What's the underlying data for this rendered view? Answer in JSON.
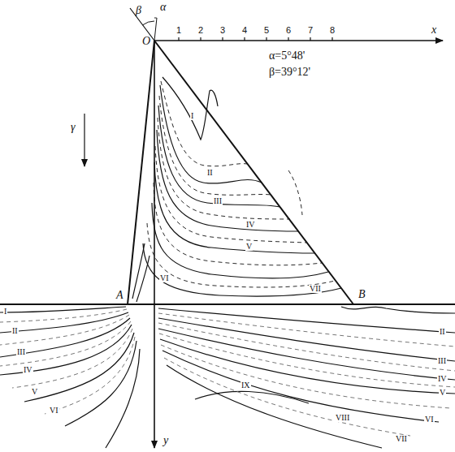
{
  "diagram": {
    "labels": [
      "β",
      "α",
      "O",
      "x",
      "1",
      "2",
      "3",
      "4",
      "5",
      "6",
      "7",
      "8",
      "α=5°48'",
      "β=39°12'",
      "γ",
      "A",
      "B",
      "y",
      "I",
      "II",
      "III",
      "IV",
      "V",
      "VI",
      "VII",
      "I",
      "II",
      "III",
      "IV",
      "V",
      "VI",
      "II",
      "III",
      "IV",
      "V",
      "VI",
      "VII",
      "VIII",
      "IX"
    ]
  }
}
